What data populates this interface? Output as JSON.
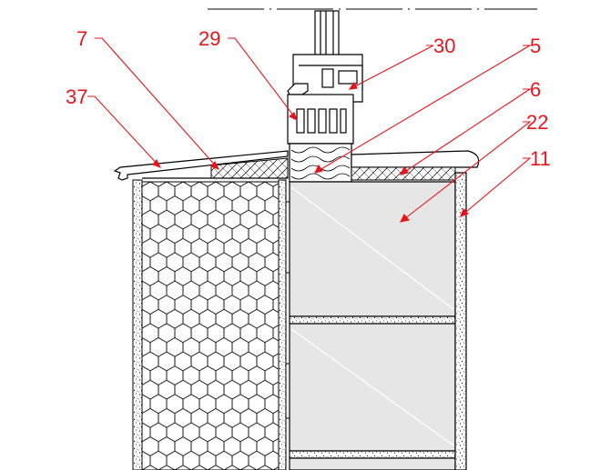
{
  "drawing": {
    "callouts": [
      {
        "id": "7",
        "text": "7"
      },
      {
        "id": "29",
        "text": "29"
      },
      {
        "id": "30",
        "text": "30"
      },
      {
        "id": "5",
        "text": "5"
      },
      {
        "id": "37",
        "text": "37"
      },
      {
        "id": "6",
        "text": "6"
      },
      {
        "id": "22",
        "text": "22"
      },
      {
        "id": "11",
        "text": "11"
      }
    ],
    "colors": {
      "callout": "#e8141b",
      "line": "#000000",
      "block": "#e6e6e6"
    }
  }
}
